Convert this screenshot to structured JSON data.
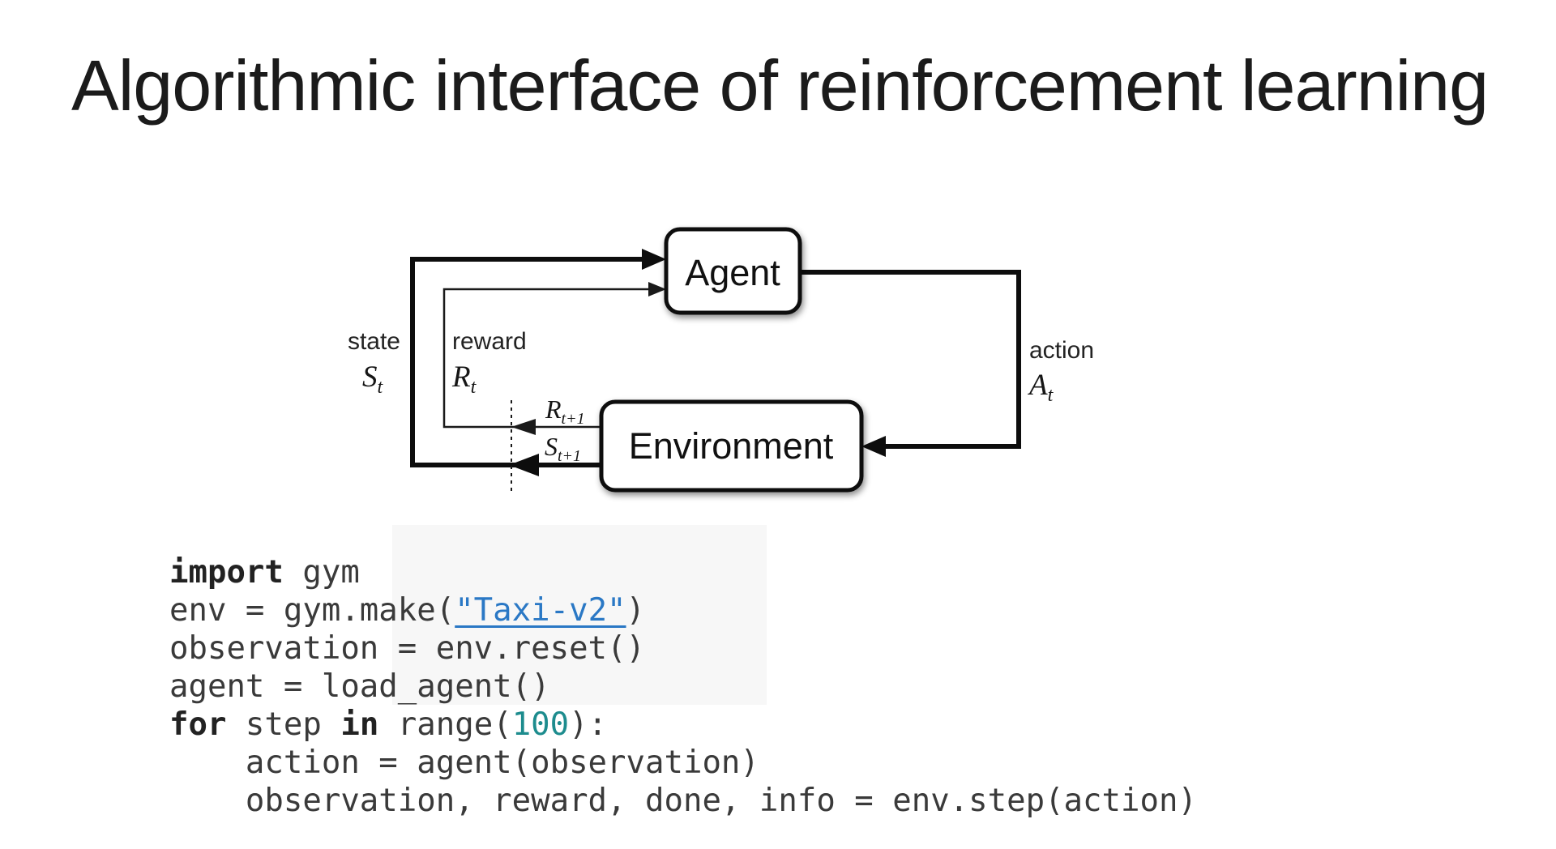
{
  "title": "Algorithmic interface of reinforcement learning",
  "diagram": {
    "agent_label": "Agent",
    "environment_label": "Environment",
    "state_label": "state",
    "reward_label": "reward",
    "action_label": "action",
    "state_symbol": {
      "base": "S",
      "sub": "t"
    },
    "reward_symbol": {
      "base": "R",
      "sub": "t"
    },
    "action_symbol": {
      "base": "A",
      "sub": "t"
    },
    "next_reward_symbol": {
      "base": "R",
      "sub": "t+1"
    },
    "next_state_symbol": {
      "base": "S",
      "sub": "t+1"
    }
  },
  "code": {
    "lines": [
      {
        "segments": [
          {
            "t": "import",
            "c": "kw"
          },
          {
            "t": " gym",
            "c": "plain"
          }
        ]
      },
      {
        "segments": [
          {
            "t": "env = gym.make(",
            "c": "plain"
          },
          {
            "t": "\"Taxi-v2\"",
            "c": "link"
          },
          {
            "t": ")",
            "c": "plain"
          }
        ]
      },
      {
        "segments": [
          {
            "t": "observation = env.reset()",
            "c": "plain"
          }
        ]
      },
      {
        "segments": [
          {
            "t": "agent = load_agent()",
            "c": "plain"
          }
        ]
      },
      {
        "segments": [
          {
            "t": "for",
            "c": "kw"
          },
          {
            "t": " step ",
            "c": "plain"
          },
          {
            "t": "in",
            "c": "kw"
          },
          {
            "t": " range(",
            "c": "plain"
          },
          {
            "t": "100",
            "c": "num"
          },
          {
            "t": "):",
            "c": "plain"
          }
        ]
      },
      {
        "segments": [
          {
            "t": "    action = agent(observation)",
            "c": "plain"
          }
        ]
      },
      {
        "segments": [
          {
            "t": "    observation, reward, done, info = env.step(action)",
            "c": "plain"
          }
        ]
      }
    ]
  },
  "colors": {
    "code_text": "#3a3a3a",
    "keyword": "#222222",
    "link_blue": "#2a78c5",
    "number_teal": "#1d8c8e",
    "diagram_ink": "#111111"
  }
}
